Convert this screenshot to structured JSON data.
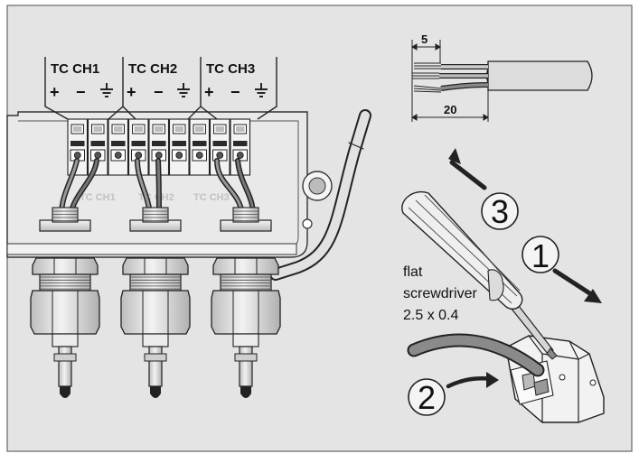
{
  "channels": [
    {
      "label": "TC CH1",
      "board_label": "TC CH1"
    },
    {
      "label": "TC CH2",
      "board_label": "TC CH2"
    },
    {
      "label": "TC CH3",
      "board_label": "TC CH3"
    }
  ],
  "polarity_symbols": [
    "+",
    "−"
  ],
  "cable_dimensions": {
    "strip_length": "5",
    "sheath_length": "20"
  },
  "tool_label": {
    "line1": "flat",
    "line2": "screwdriver",
    "line3": "2.5 x 0.4"
  },
  "steps": [
    "1",
    "2",
    "3"
  ],
  "colors": {
    "background": "#e4e4e4",
    "frame": "#666666",
    "outline": "#222222",
    "metal": "#d8d8d8",
    "wire": "#333333"
  },
  "icons": [
    "ground-icon",
    "arrow-icon"
  ]
}
